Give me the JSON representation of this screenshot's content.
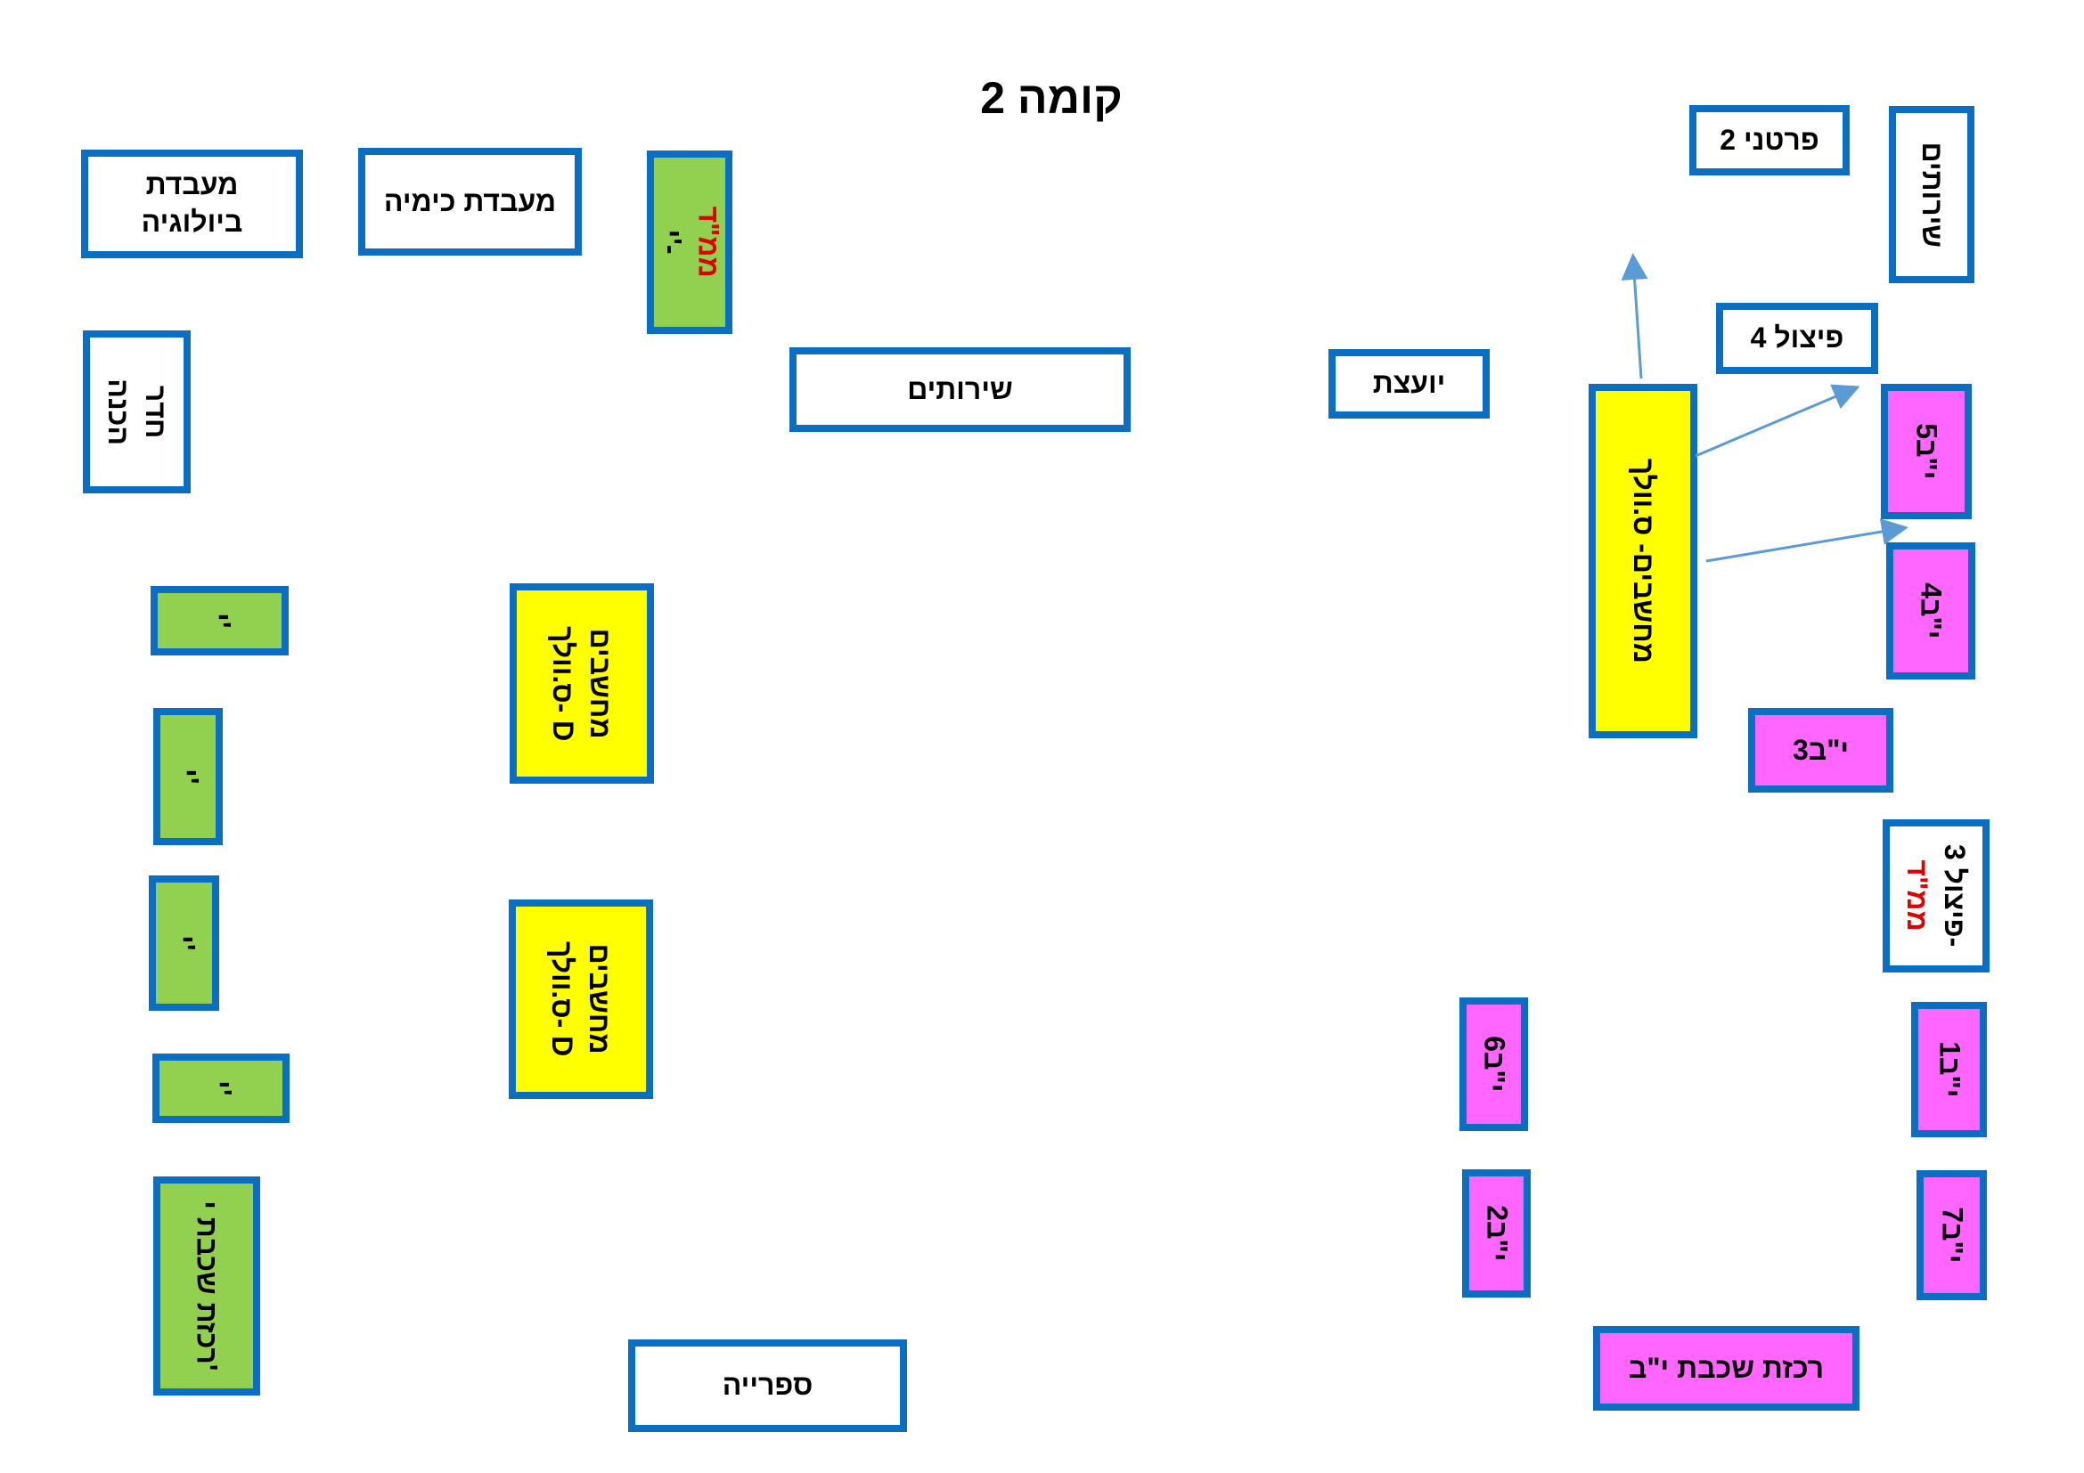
{
  "title": "קומה 2",
  "colors": {
    "border": "#0a6fc2",
    "class_green": "#92d050",
    "lab_yellow": "#ffff00",
    "class_pink": "#ff66ff",
    "arrow": "#5b9bd5",
    "highlight_red": "#e00000"
  },
  "rooms": {
    "biology_lab": "מעבדת\nביולוגיה",
    "chemistry_lab": "מעבדת כימיה",
    "grade10_mmd_a": "י'-",
    "grade10_mmd_b": "ממ\"ד",
    "prep_room": "חדר\nהכנה",
    "services_center": "שירותים",
    "counselor": "יועצת",
    "private2": "פרטני 2",
    "services_right": "שירותים",
    "split4": "פיצול 4",
    "computer_lab_c": "מחשבים- ס.וולך",
    "class12_5": "י\"ב5",
    "class12_4": "י\"ב4",
    "class12_3": "י\"ב3",
    "split3_a": "פיצול 3-",
    "split3_b": "ממ\"ד",
    "class12_6": "י\"ב6",
    "class12_1": "י\"ב1",
    "class12_2": "י\"ב2",
    "class12_7": "י\"ב7",
    "coordinator12": "רכזת שכבת י\"ב",
    "library": "ספרייה",
    "computer_lab_d1_a": "מחשבים",
    "computer_lab_d1_b": "ס.וולך- D",
    "computer_lab_d2_a": "מחשבים",
    "computer_lab_d2_b": "ס.וולך- D",
    "grade10_1": "י'",
    "grade10_2": "י'",
    "grade10_3": "י'",
    "grade10_4": "י'",
    "coordinator10": "רכזת שכבת י'"
  }
}
